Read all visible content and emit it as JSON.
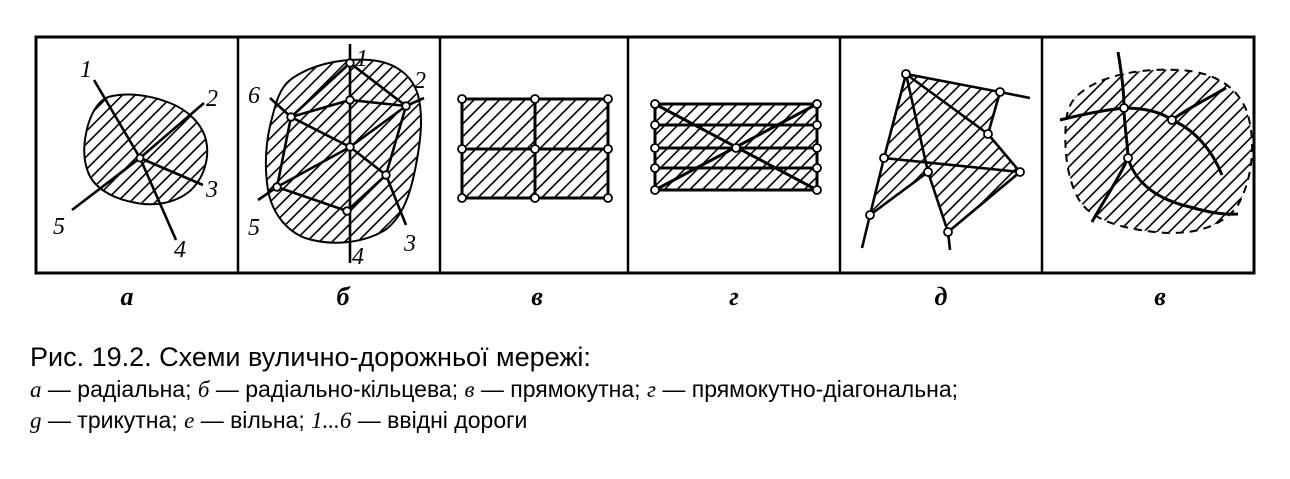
{
  "panels": [
    {
      "id": "a",
      "letter": "а"
    },
    {
      "id": "b",
      "letter": "б"
    },
    {
      "id": "v",
      "letter": "в"
    },
    {
      "id": "g",
      "letter": "г"
    },
    {
      "id": "d",
      "letter": "д"
    },
    {
      "id": "e",
      "letter": "в"
    }
  ],
  "road_numbers": [
    "1",
    "2",
    "3",
    "4",
    "5",
    "6"
  ],
  "caption": {
    "title": "Рис. 19.2. Схеми вулично-дорожньої мережі:",
    "line1": [
      {
        "key": "а",
        "text": " — радіальна; "
      },
      {
        "key": "б",
        "text": " — радіально-кільцева; "
      },
      {
        "key": "в",
        "text": " — прямокутна; "
      },
      {
        "key": "г",
        "text": " — прямокутно-діагональна;"
      }
    ],
    "line2": [
      {
        "key": "g",
        "text": " — трикутна; "
      },
      {
        "key": "е",
        "text": " — вільна; "
      },
      {
        "key": "1...6",
        "text": " — ввідні дороги"
      }
    ]
  }
}
